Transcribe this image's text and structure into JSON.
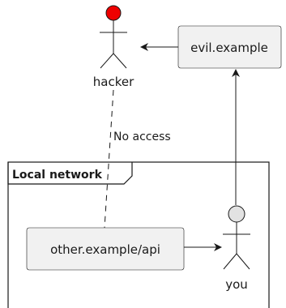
{
  "diagram": {
    "actors": {
      "hacker": {
        "label": "hacker",
        "head_color": "#ee0000"
      },
      "you": {
        "label": "you",
        "head_color": "#e2e2e2"
      }
    },
    "nodes": {
      "evil": {
        "label": "evil.example"
      },
      "api": {
        "label": "other.example/api"
      }
    },
    "package": {
      "label": "Local network"
    },
    "edges": {
      "no_access": {
        "label": "No access",
        "style": "dashed"
      },
      "api_to_you": {
        "style": "solid",
        "arrow": "end"
      },
      "you_to_evil": {
        "style": "solid",
        "arrow": "end"
      },
      "evil_to_hacker": {
        "style": "solid",
        "arrow": "end"
      }
    },
    "colors": {
      "node_fill": "#f1f1f1",
      "node_stroke": "#181818",
      "actor_body_fill": "#f1f1f1",
      "line": "#181818"
    }
  }
}
